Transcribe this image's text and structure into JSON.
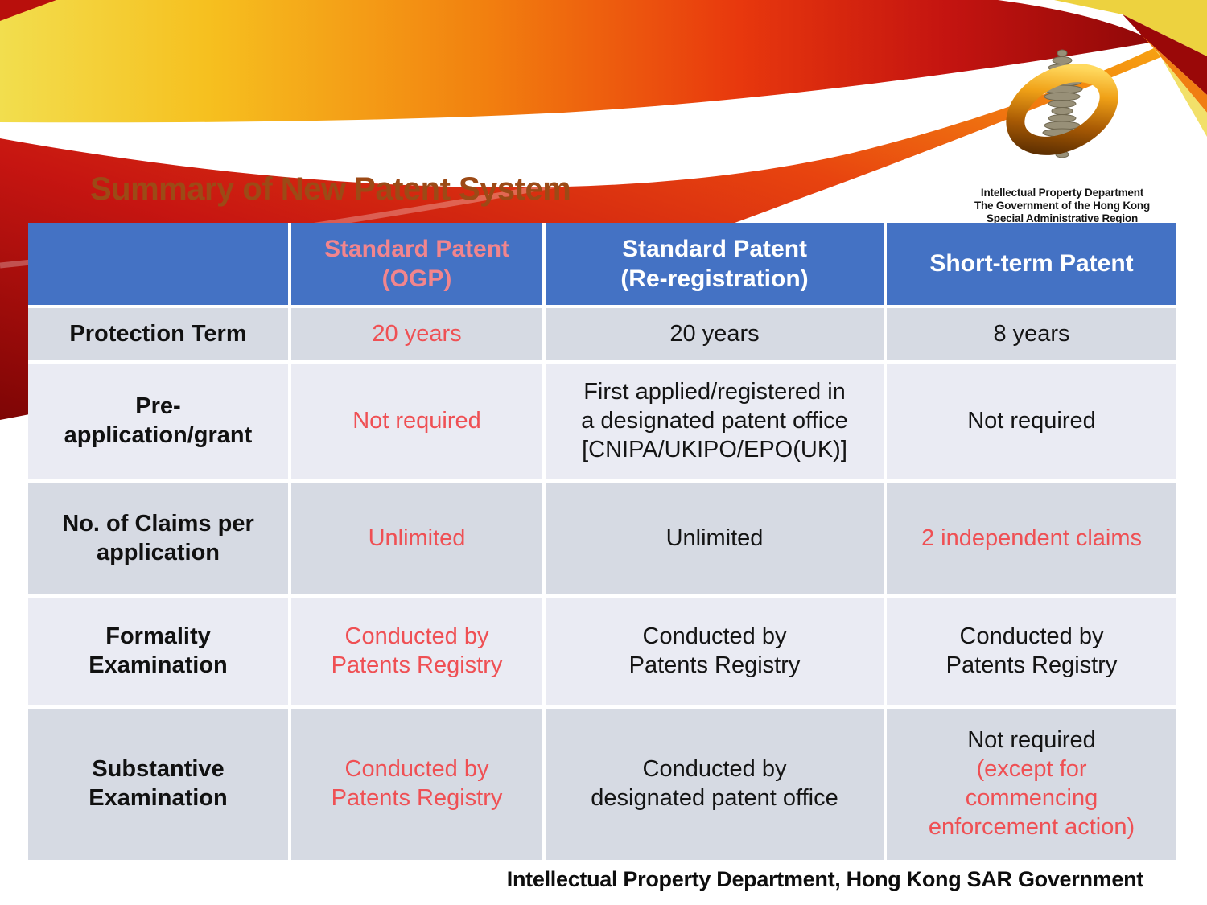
{
  "title": "Summary of New Patent System",
  "logo": {
    "line1": "Intellectual Property Department",
    "line2": "The Government of the Hong Kong",
    "line3": "Special Administrative Region"
  },
  "table": {
    "header": {
      "col0": "",
      "col1": "Standard Patent\n(OGP)",
      "col2": "Standard Patent\n(Re-registration)",
      "col3": "Short-term Patent"
    },
    "rows": [
      {
        "label": "Protection Term",
        "c1": "20 years",
        "c2": "20 years",
        "c3": "8 years"
      },
      {
        "label": "Pre-\napplication/grant",
        "c1": "Not required",
        "c2": "First applied/registered in\na designated patent office\n[CNIPA/UKIPO/EPO(UK)]",
        "c3": "Not required"
      },
      {
        "label": "No. of Claims per\napplication",
        "c1": "Unlimited",
        "c2": "Unlimited",
        "c3": "2 independent claims"
      },
      {
        "label": "Formality\nExamination",
        "c1": "Conducted by\nPatents Registry",
        "c2": "Conducted by\nPatents Registry",
        "c3": "Conducted by\nPatents Registry"
      },
      {
        "label": "Substantive\nExamination",
        "c1": "Conducted by\nPatents Registry",
        "c2": "Conducted by\ndesignated patent office",
        "c3": "Not required",
        "c3_note": "(except for\ncommencing\nenforcement action)"
      }
    ]
  },
  "footer": "Intellectual Property Department, Hong Kong SAR Government",
  "colors": {
    "header_bg": "#4472C4",
    "band_dark": "#D6DAE3",
    "band_light": "#EAEBF3",
    "accent_red": "#EF5054",
    "header_accent_salmon": "#F2858D",
    "title_brown": "#9C4A16",
    "ribbon_yellow": "#F2DE4E",
    "ribbon_red": "#C41410",
    "ribbon_dark_red": "#8F0808",
    "logo_gold": "#F0A117"
  }
}
